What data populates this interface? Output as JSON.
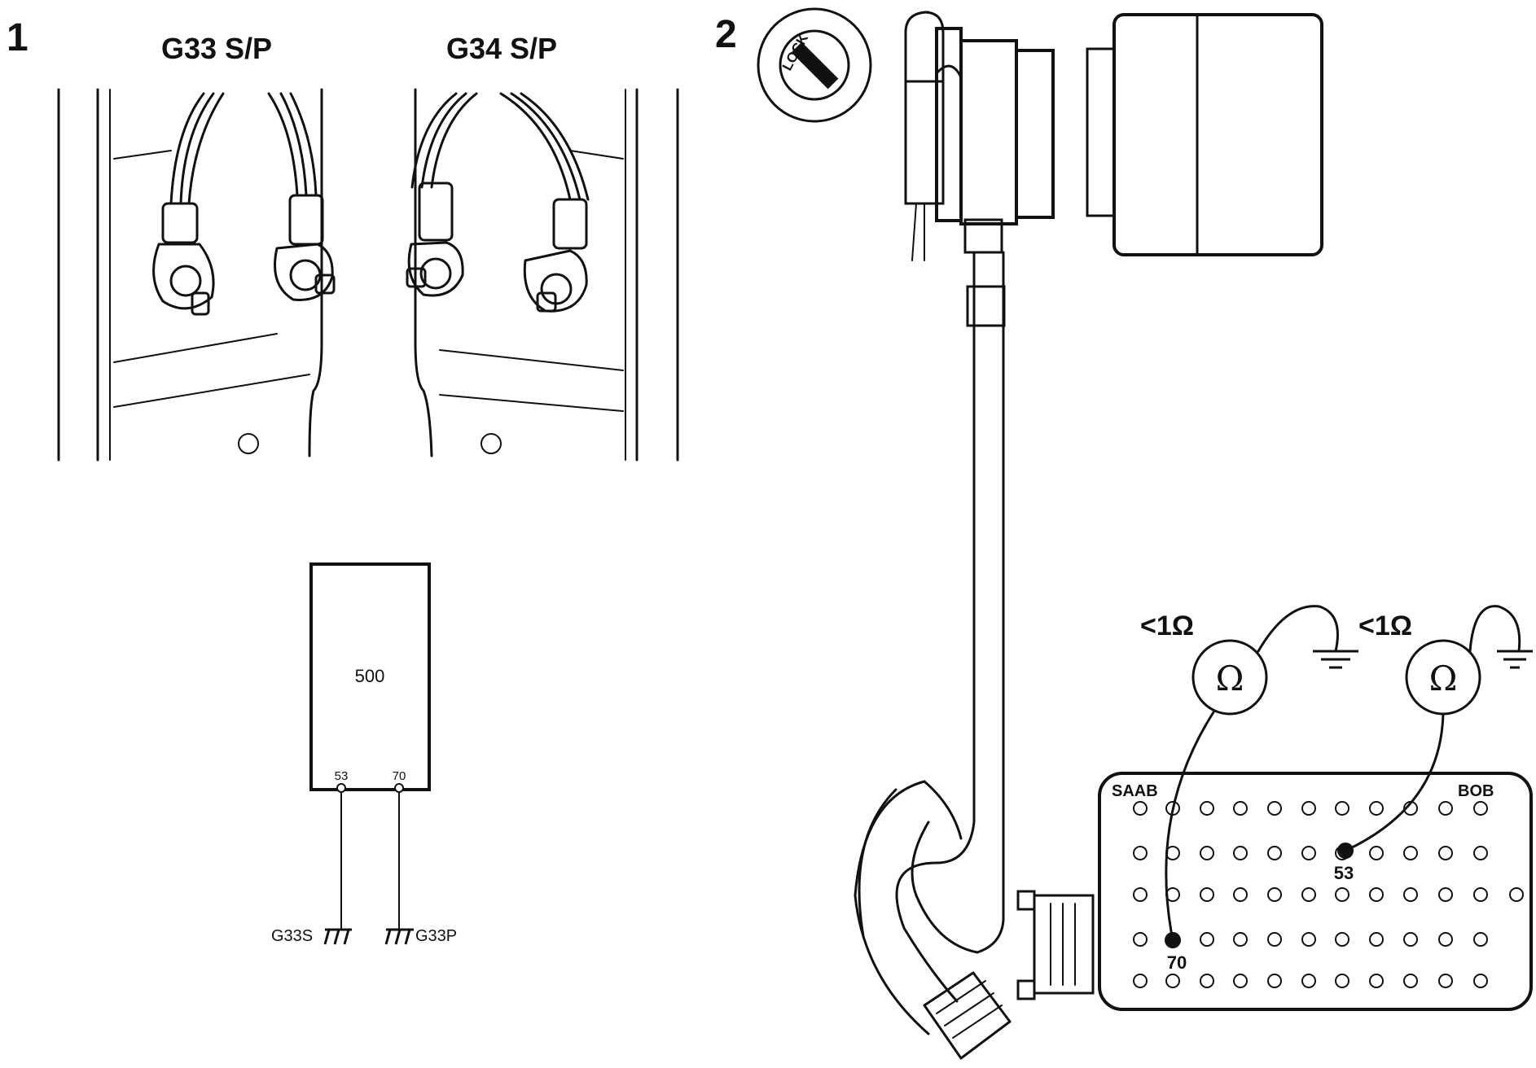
{
  "steps": {
    "step1": "1",
    "step2": "2"
  },
  "panel1": {
    "label_left": "G33 S/P",
    "label_right": "G34 S/P"
  },
  "schematic": {
    "unit": "500",
    "pin_a": "53",
    "pin_b": "70",
    "ground_a": "G33S",
    "ground_b": "G33P"
  },
  "panel2": {
    "ignition_label": "LOCK",
    "reading_1": "<1Ω",
    "reading_2": "<1Ω",
    "meter_symbol_1": "Ω",
    "meter_symbol_2": "Ω",
    "box_brand": "SAAB",
    "box_name": "BOB",
    "pin_label_53": "53",
    "pin_label_70": "70"
  },
  "icons": [
    "ohmmeter-icon",
    "ground-icon",
    "ignition-lock-icon",
    "chassis-ground-icon"
  ]
}
